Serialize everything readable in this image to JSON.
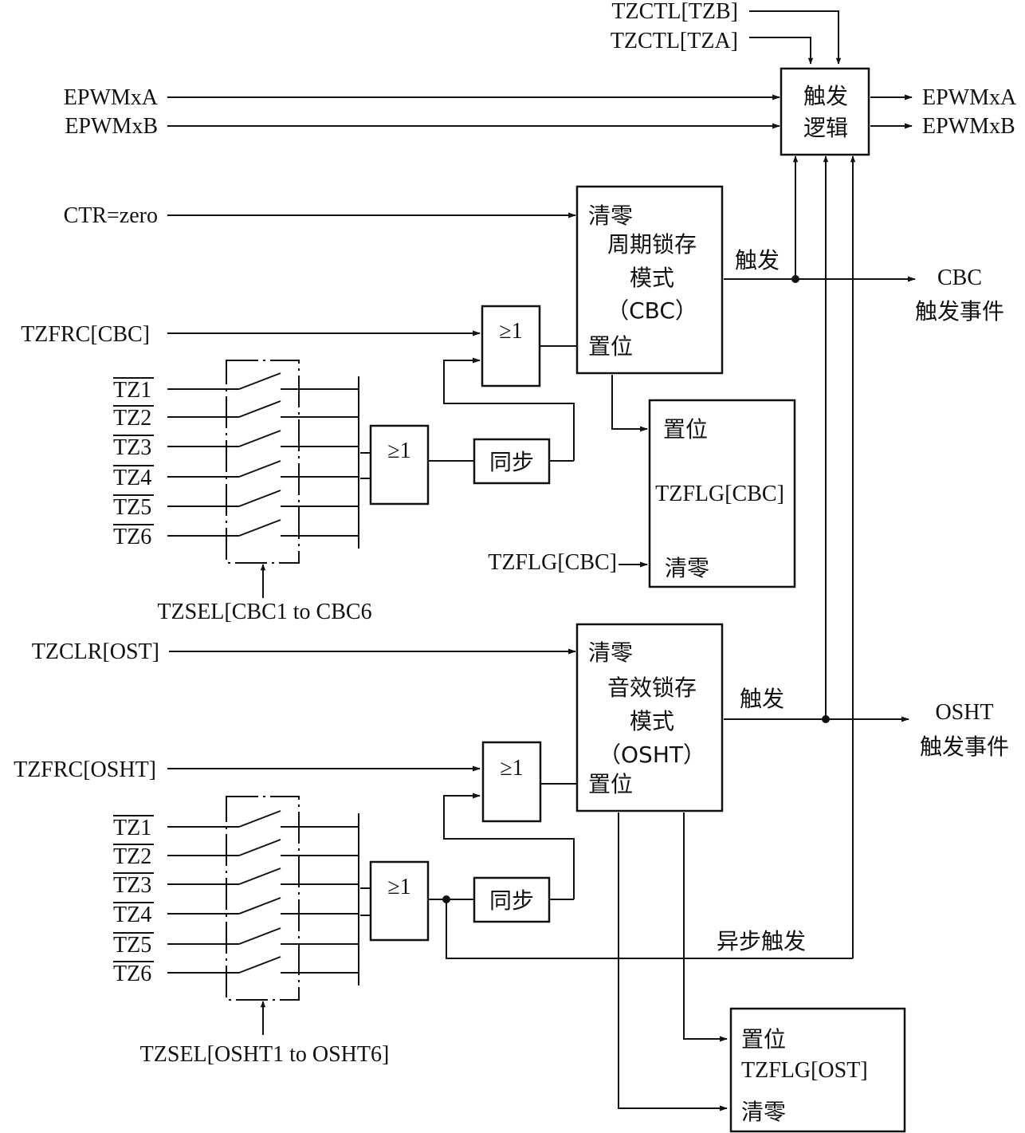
{
  "inputs": {
    "tzctl_tzb": "TZCTL[TZB]",
    "tzctl_tza": "TZCTL[TZA]",
    "epwmxa_in": "EPWMxA",
    "epwmxb_in": "EPWMxB",
    "ctr_zero": "CTR=zero",
    "tzfrc_cbc": "TZFRC[CBC]",
    "tzflg_cbc_clear_in": "TZFLG[CBC]",
    "tzclr_ost": "TZCLR[OST]",
    "tzfrc_osht": "TZFRC[OSHT]"
  },
  "outputs": {
    "epwmxa_out": "EPWMxA",
    "epwmxb_out": "EPWMxB",
    "cbc_event_1": "CBC",
    "cbc_event_2": "触发事件",
    "osht_event_1": "OSHT",
    "osht_event_2": "触发事件"
  },
  "trip_logic": {
    "line1": "触发",
    "line2": "逻辑"
  },
  "cbc_latch": {
    "clear": "清零",
    "name1": "周期锁存",
    "name2": "模式",
    "name3": "（CBC）",
    "set": "置位",
    "trip": "触发"
  },
  "osht_latch": {
    "clear": "清零",
    "name1": "音效锁存",
    "name2": "模式",
    "name3": "（OSHT）",
    "set": "置位",
    "trip": "触发"
  },
  "tzflg_cbc_box": {
    "set": "置位",
    "name": "TZFLG[CBC]",
    "clear": "清零"
  },
  "tzflg_ost_box": {
    "set": "置位",
    "name": "TZFLG[OST]",
    "clear": "清零"
  },
  "or_gate": "≥1",
  "sync": "同步",
  "async_trip": "异步触发",
  "tz_inputs_cbc": [
    "TZ1",
    "TZ2",
    "TZ3",
    "TZ4",
    "TZ5",
    "TZ6"
  ],
  "tz_inputs_osht": [
    "TZ1",
    "TZ2",
    "TZ3",
    "TZ4",
    "TZ5",
    "TZ6"
  ],
  "tzsel_cbc": "TZSEL[CBC1 to CBC6",
  "tzsel_osht": "TZSEL[OSHT1 to OSHT6]"
}
